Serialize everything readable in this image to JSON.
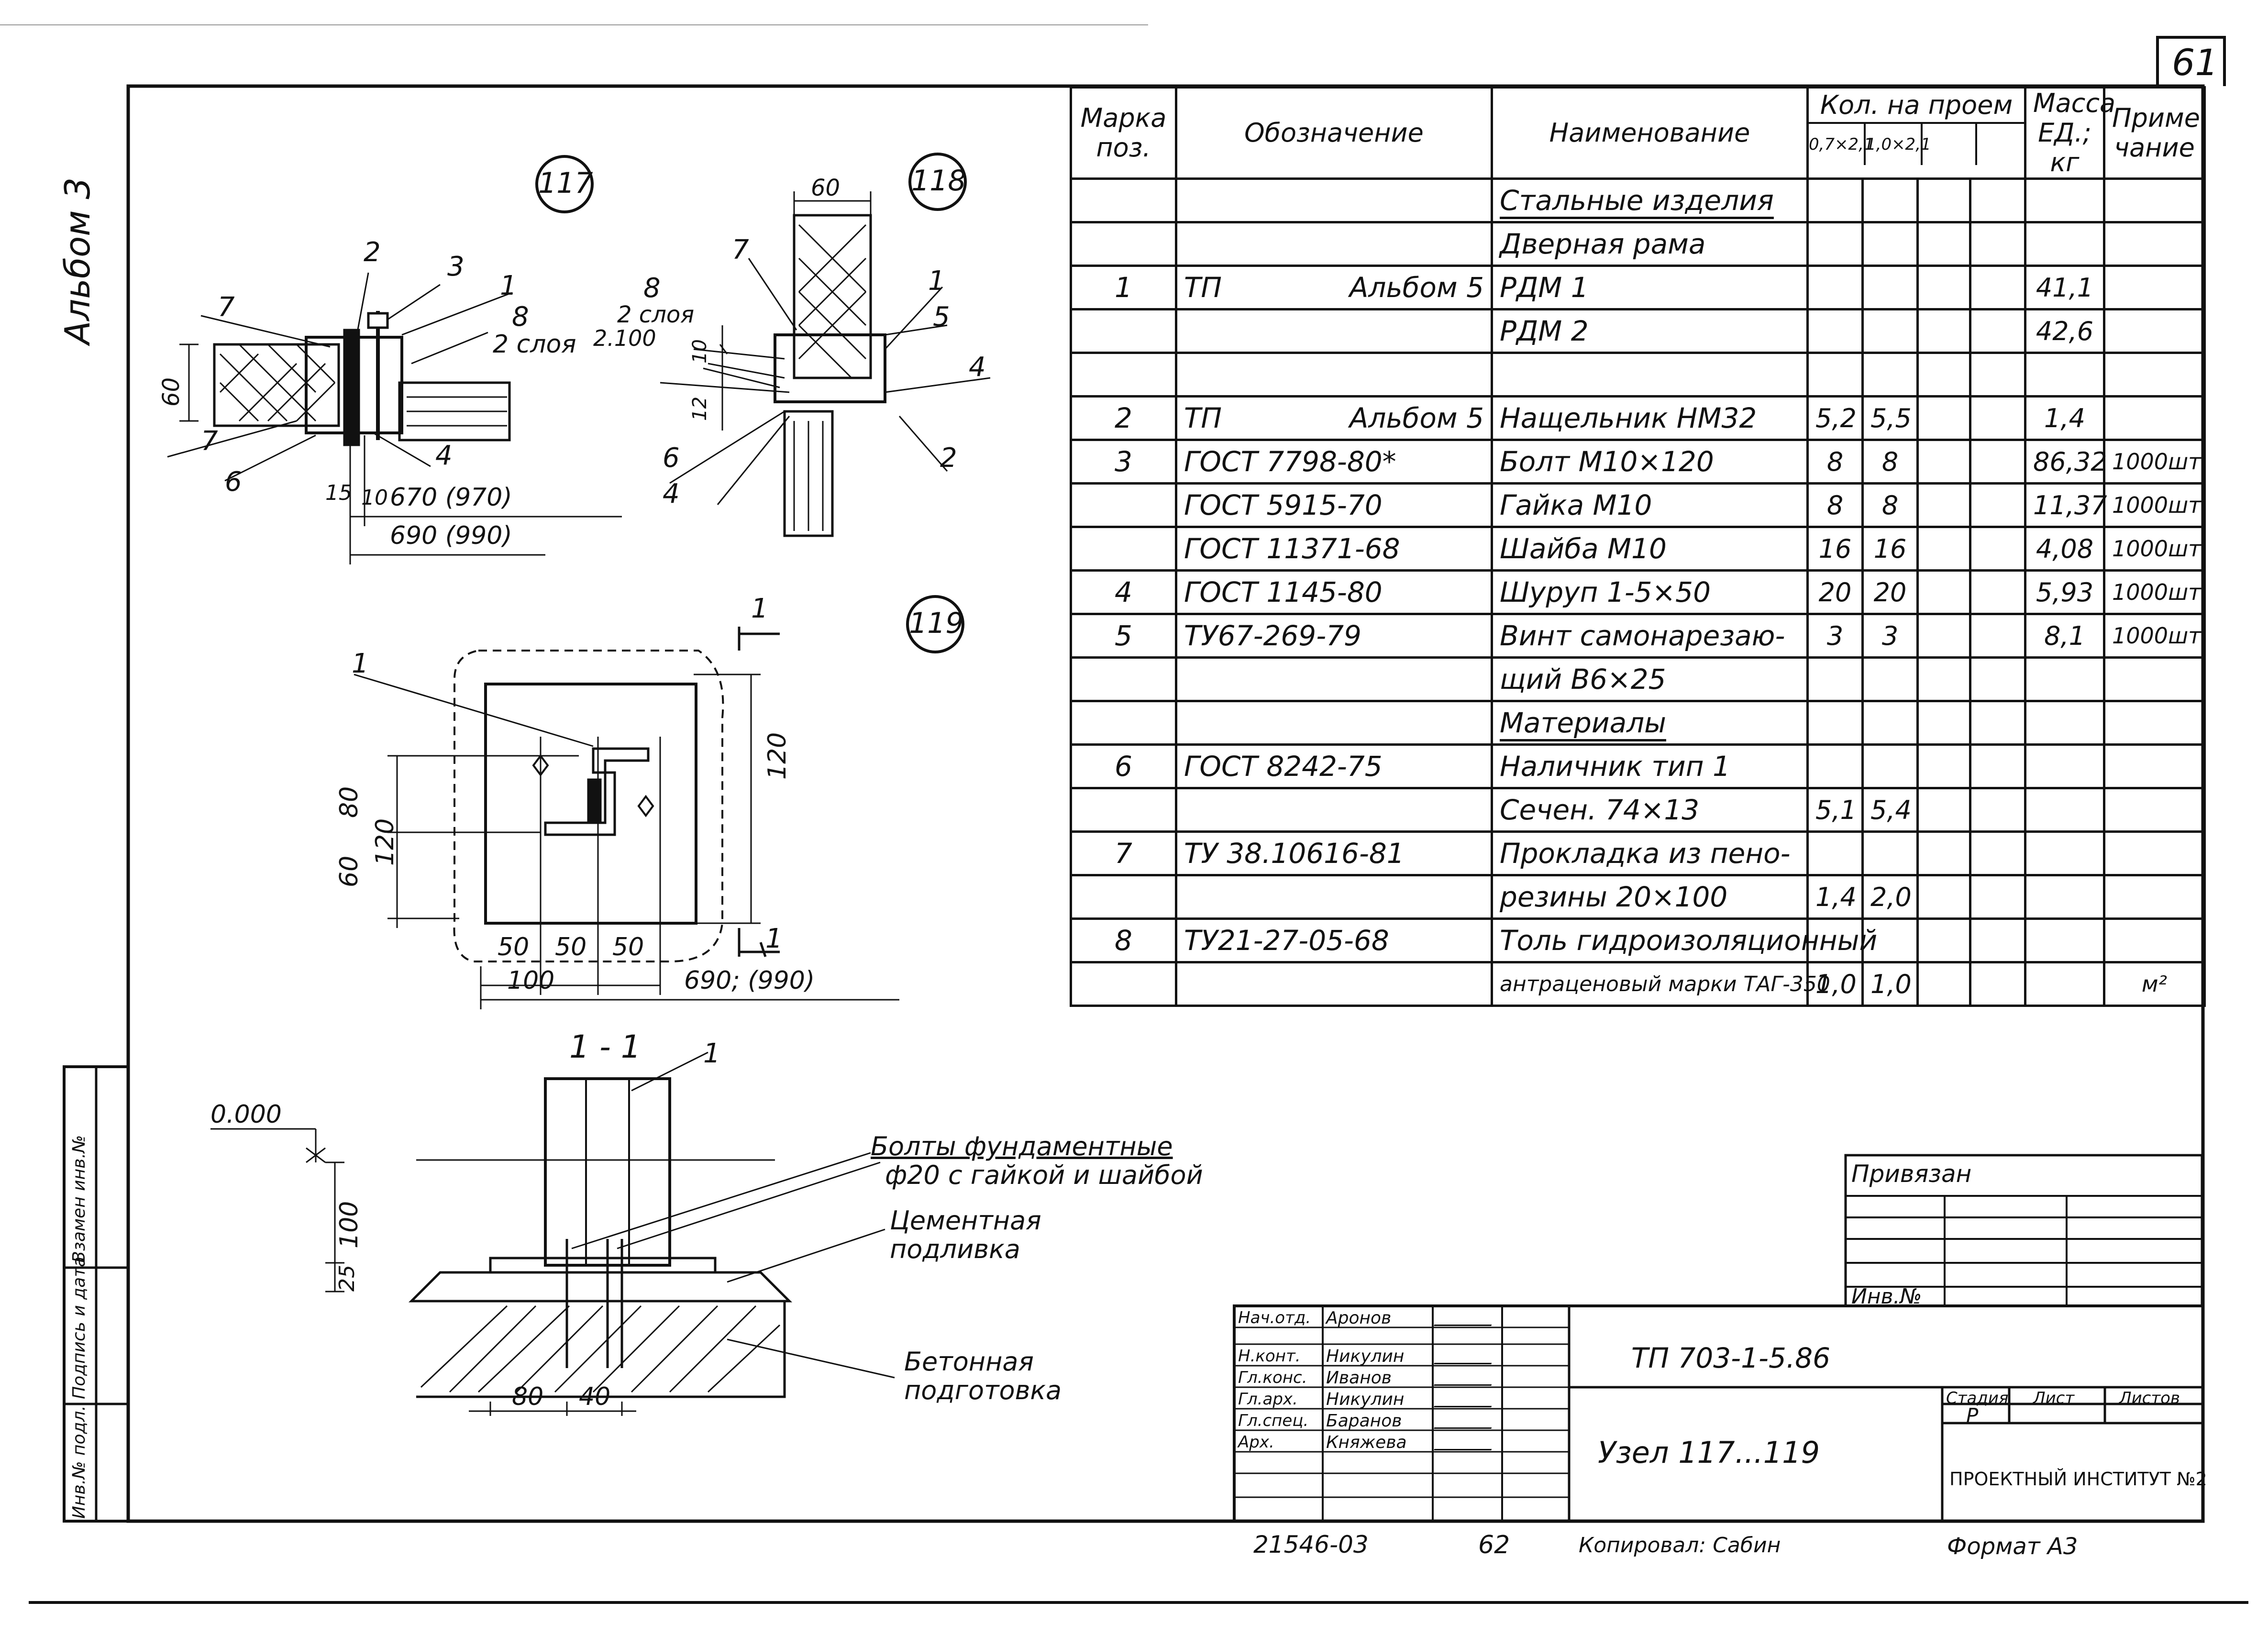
{
  "sheet": {
    "page_number": "61",
    "album": "Альбом 3",
    "side_stamp": [
      "Инв.№ подл.",
      "Подпись и дата",
      "Взамен инв.№"
    ]
  },
  "drawings": {
    "node117": {
      "label": "117",
      "callouts": [
        "2",
        "3",
        "7",
        "1",
        "8",
        "2 слоя",
        "7",
        "6",
        "4"
      ],
      "dims": [
        "60",
        "15",
        "10",
        "670 (970)",
        "690 (990)"
      ]
    },
    "node118": {
      "label": "118",
      "callouts": [
        "7",
        "1",
        "5",
        "4",
        "8",
        "2 слоя",
        "6",
        "4",
        "2"
      ],
      "dims": [
        "60",
        "2.100",
        "10",
        "12"
      ]
    },
    "node119": {
      "label": "119",
      "callouts": [
        "1",
        "1",
        "1"
      ],
      "dims": [
        "80",
        "120",
        "60",
        "120",
        "50",
        "50",
        "50",
        "100",
        "690; (990)"
      ]
    },
    "section11": {
      "label": "1 - 1",
      "callout": "1",
      "level": "0.000",
      "dims": [
        "100",
        "25",
        "80",
        "40"
      ],
      "notes": [
        "Болты фундаментные",
        "ф20 с гайкой и шайбой",
        "Цементная",
        "подливка",
        "Бетонная",
        "подготовка"
      ]
    }
  },
  "spec_table": {
    "headers": {
      "mark": "Марка поз.",
      "designation": "Обозначение",
      "name": "Наименование",
      "qty": "Кол. на проем",
      "qty_a": "0,7×2,1",
      "qty_b": "1,0×2,1",
      "mass": "Масса ЕД.; кг",
      "note": "Приме чание"
    },
    "rows": [
      {
        "mark": "",
        "doc": "",
        "doc2": "",
        "name": "Стальные изделия",
        "a": "",
        "b": "",
        "mass": "",
        "note": "",
        "underline": true
      },
      {
        "mark": "",
        "doc": "",
        "doc2": "",
        "name": "Дверная рама",
        "a": "",
        "b": "",
        "mass": "",
        "note": ""
      },
      {
        "mark": "1",
        "doc": "ТП",
        "doc2": "Альбом 5",
        "name": "РДМ 1",
        "a": "",
        "b": "",
        "mass": "41,1",
        "note": ""
      },
      {
        "mark": "",
        "doc": "",
        "doc2": "",
        "name": "РДМ 2",
        "a": "",
        "b": "",
        "mass": "42,6",
        "note": ""
      },
      {
        "mark": "",
        "doc": "",
        "doc2": "",
        "name": "",
        "a": "",
        "b": "",
        "mass": "",
        "note": ""
      },
      {
        "mark": "2",
        "doc": "ТП",
        "doc2": "Альбом 5",
        "name": "Нащельник НМ32",
        "a": "5,2",
        "b": "5,5",
        "mass": "1,4",
        "note": ""
      },
      {
        "mark": "3",
        "doc": "ГОСТ 7798-80*",
        "doc2": "",
        "name": "Болт М10×120",
        "a": "8",
        "b": "8",
        "mass": "86,32",
        "note": "1000шт."
      },
      {
        "mark": "",
        "doc": "ГОСТ 5915-70",
        "doc2": "",
        "name": "Гайка М10",
        "a": "8",
        "b": "8",
        "mass": "11,37",
        "note": "1000шт."
      },
      {
        "mark": "",
        "doc": "ГОСТ 11371-68",
        "doc2": "",
        "name": "Шайба М10",
        "a": "16",
        "b": "16",
        "mass": "4,08",
        "note": "1000шт."
      },
      {
        "mark": "4",
        "doc": "ГОСТ 1145-80",
        "doc2": "",
        "name": "Шуруп 1-5×50",
        "a": "20",
        "b": "20",
        "mass": "5,93",
        "note": "1000шт."
      },
      {
        "mark": "5",
        "doc": "ТУ67-269-79",
        "doc2": "",
        "name": "Винт самонарезаю-",
        "a": "3",
        "b": "3",
        "mass": "8,1",
        "note": "1000шт."
      },
      {
        "mark": "",
        "doc": "",
        "doc2": "",
        "name": "щий В6×25",
        "a": "",
        "b": "",
        "mass": "",
        "note": ""
      },
      {
        "mark": "",
        "doc": "",
        "doc2": "",
        "name": "Материалы",
        "a": "",
        "b": "",
        "mass": "",
        "note": "",
        "underline": true
      },
      {
        "mark": "6",
        "doc": "ГОСТ 8242-75",
        "doc2": "",
        "name": "Наличник тип 1",
        "a": "",
        "b": "",
        "mass": "",
        "note": ""
      },
      {
        "mark": "",
        "doc": "",
        "doc2": "",
        "name": "Сечен. 74×13",
        "a": "5,1",
        "b": "5,4",
        "mass": "",
        "note": ""
      },
      {
        "mark": "7",
        "doc": "ТУ 38.10616-81",
        "doc2": "",
        "name": "Прокладка из пено-",
        "a": "",
        "b": "",
        "mass": "",
        "note": ""
      },
      {
        "mark": "",
        "doc": "",
        "doc2": "",
        "name": "резины 20×100",
        "a": "1,4",
        "b": "2,0",
        "mass": "",
        "note": ""
      },
      {
        "mark": "8",
        "doc": "ТУ21-27-05-68",
        "doc2": "",
        "name": "Толь гидроизоляционный",
        "a": "",
        "b": "",
        "mass": "",
        "note": ""
      },
      {
        "mark": "",
        "doc": "",
        "doc2": "",
        "name": "антраценовый марки ТАГ-350",
        "a": "1,0",
        "b": "1,0",
        "mass": "",
        "note": "м²"
      }
    ]
  },
  "privyazan": {
    "title": "Привязан",
    "inv": "Инв.№"
  },
  "title_block": {
    "people": [
      {
        "role": "Нач.отд.",
        "name": "Аронов"
      },
      {
        "role": "Н.конт.",
        "name": "Никулин"
      },
      {
        "role": "Гл.конс.",
        "name": "Иванов"
      },
      {
        "role": "Гл.арх.",
        "name": "Никулин"
      },
      {
        "role": "Гл.спец.",
        "name": "Баранов"
      },
      {
        "role": "Арх.",
        "name": "Княжева"
      }
    ],
    "doc_code": "ТП 703-1-5.86",
    "node_title": "Узел 117...119",
    "stage_label": "Стадия",
    "sheet_label": "Лист",
    "sheets_label": "Листов",
    "stage": "Р",
    "organization": "ПРОЕКТНЫЙ ИНСТИТУТ №2"
  },
  "footer": {
    "archive_no": "21546-03",
    "page": "62",
    "copied": "Копировал: Сабин",
    "format": "Формат А3"
  }
}
